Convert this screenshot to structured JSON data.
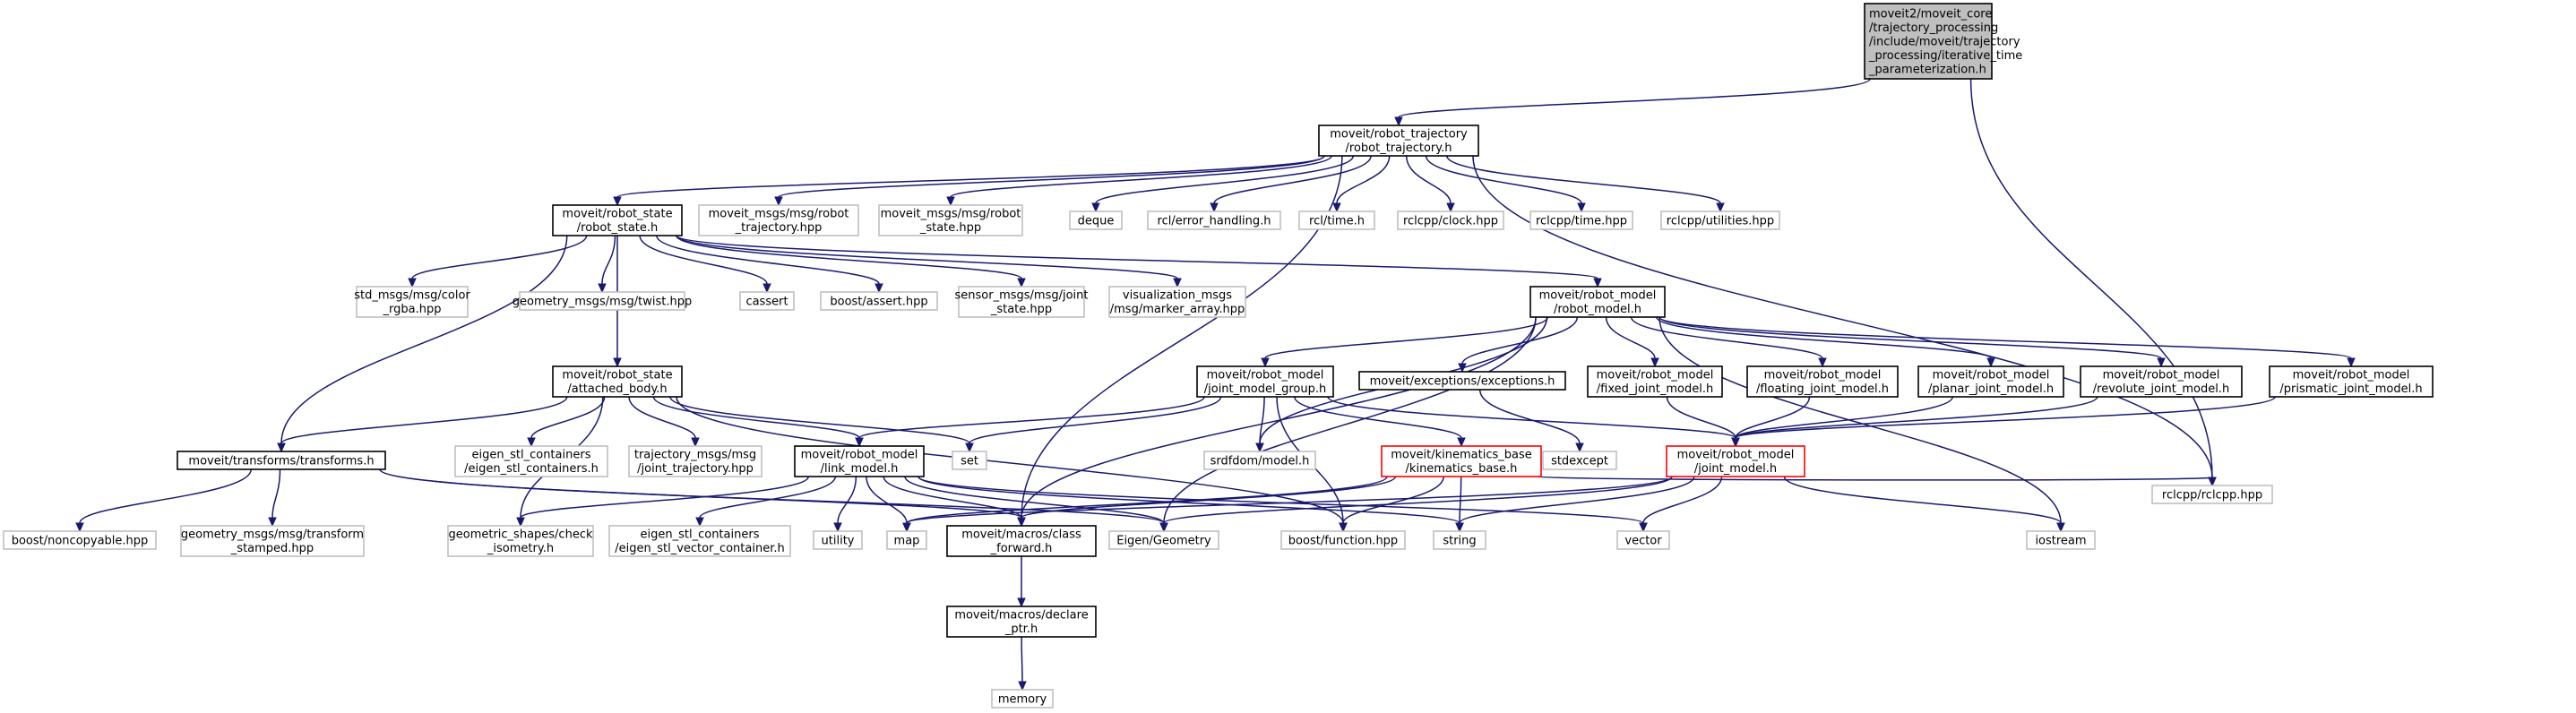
{
  "colors": {
    "edge": "#191970",
    "node_border_strong": "#000000",
    "node_border_light": "#bfbfbf",
    "node_border_red": "#ff0000",
    "root_fill": "#bfbfbf"
  },
  "nodes": [
    {
      "id": "root",
      "style": "root",
      "lines": [
        "moveit2/moveit_core",
        "/trajectory_processing",
        "/include/moveit/trajectory",
        "_processing/iterative_time",
        "_parameterization.h"
      ]
    },
    {
      "id": "robot_trajectory",
      "style": "strong",
      "lines": [
        "moveit/robot_trajectory",
        "/robot_trajectory.h"
      ]
    },
    {
      "id": "robot_state",
      "style": "strong",
      "lines": [
        "moveit/robot_state",
        "/robot_state.h"
      ]
    },
    {
      "id": "msg_robot_trajectory",
      "style": "light",
      "lines": [
        "moveit_msgs/msg/robot",
        "_trajectory.hpp"
      ]
    },
    {
      "id": "msg_robot_state",
      "style": "light",
      "lines": [
        "moveit_msgs/msg/robot",
        "_state.hpp"
      ]
    },
    {
      "id": "deque",
      "style": "light",
      "lines": [
        "deque"
      ]
    },
    {
      "id": "rcl_error",
      "style": "light",
      "lines": [
        "rcl/error_handling.h"
      ]
    },
    {
      "id": "rcl_time",
      "style": "light",
      "lines": [
        "rcl/time.h"
      ]
    },
    {
      "id": "rclcpp_clock",
      "style": "light",
      "lines": [
        "rclcpp/clock.hpp"
      ]
    },
    {
      "id": "rclcpp_time",
      "style": "light",
      "lines": [
        "rclcpp/time.hpp"
      ]
    },
    {
      "id": "rclcpp_utilities",
      "style": "light",
      "lines": [
        "rclcpp/utilities.hpp"
      ]
    },
    {
      "id": "rclcpp",
      "style": "light",
      "lines": [
        "rclcpp/rclcpp.hpp"
      ]
    },
    {
      "id": "color_rgba",
      "style": "light",
      "lines": [
        "std_msgs/msg/color",
        "_rgba.hpp"
      ]
    },
    {
      "id": "twist",
      "style": "light",
      "lines": [
        "geometry_msgs/msg/twist.hpp"
      ]
    },
    {
      "id": "cassert",
      "style": "light",
      "lines": [
        "cassert"
      ]
    },
    {
      "id": "boost_assert",
      "style": "light",
      "lines": [
        "boost/assert.hpp"
      ]
    },
    {
      "id": "joint_state",
      "style": "light",
      "lines": [
        "sensor_msgs/msg/joint",
        "_state.hpp"
      ]
    },
    {
      "id": "marker_array",
      "style": "light",
      "lines": [
        "visualization_msgs",
        "/msg/marker_array.hpp"
      ]
    },
    {
      "id": "robot_model",
      "style": "strong",
      "lines": [
        "moveit/robot_model",
        "/robot_model.h"
      ]
    },
    {
      "id": "attached_body",
      "style": "strong",
      "lines": [
        "moveit/robot_state",
        "/attached_body.h"
      ]
    },
    {
      "id": "transforms",
      "style": "strong",
      "lines": [
        "moveit/transforms/transforms.h"
      ]
    },
    {
      "id": "eigen_stl_containers",
      "style": "light",
      "lines": [
        "eigen_stl_containers",
        "/eigen_stl_containers.h"
      ]
    },
    {
      "id": "joint_trajectory",
      "style": "light",
      "lines": [
        "trajectory_msgs/msg",
        "/joint_trajectory.hpp"
      ]
    },
    {
      "id": "link_model",
      "style": "strong",
      "lines": [
        "moveit/robot_model",
        "/link_model.h"
      ]
    },
    {
      "id": "set",
      "style": "light",
      "lines": [
        "set"
      ]
    },
    {
      "id": "joint_model_group",
      "style": "strong",
      "lines": [
        "moveit/robot_model",
        "/joint_model_group.h"
      ]
    },
    {
      "id": "exceptions",
      "style": "strong",
      "lines": [
        "moveit/exceptions/exceptions.h"
      ]
    },
    {
      "id": "fixed_joint",
      "style": "strong",
      "lines": [
        "moveit/robot_model",
        "/fixed_joint_model.h"
      ]
    },
    {
      "id": "floating_joint",
      "style": "strong",
      "lines": [
        "moveit/robot_model",
        "/floating_joint_model.h"
      ]
    },
    {
      "id": "planar_joint",
      "style": "strong",
      "lines": [
        "moveit/robot_model",
        "/planar_joint_model.h"
      ]
    },
    {
      "id": "revolute_joint",
      "style": "strong",
      "lines": [
        "moveit/robot_model",
        "/revolute_joint_model.h"
      ]
    },
    {
      "id": "prismatic_joint",
      "style": "strong",
      "lines": [
        "moveit/robot_model",
        "/prismatic_joint_model.h"
      ]
    },
    {
      "id": "srdfdom",
      "style": "light",
      "lines": [
        "srdfdom/model.h"
      ]
    },
    {
      "id": "kinematics_base",
      "style": "red",
      "lines": [
        "moveit/kinematics_base",
        "/kinematics_base.h"
      ]
    },
    {
      "id": "stdexcept",
      "style": "light",
      "lines": [
        "stdexcept"
      ]
    },
    {
      "id": "joint_model",
      "style": "red",
      "lines": [
        "moveit/robot_model",
        "/joint_model.h"
      ]
    },
    {
      "id": "boost_noncopyable",
      "style": "light",
      "lines": [
        "boost/noncopyable.hpp"
      ]
    },
    {
      "id": "transform_stamped",
      "style": "light",
      "lines": [
        "geometry_msgs/msg/transform",
        "_stamped.hpp"
      ]
    },
    {
      "id": "geometric_shapes",
      "style": "light",
      "lines": [
        "geometric_shapes/check",
        "_isometry.h"
      ]
    },
    {
      "id": "eigen_vector_container",
      "style": "light",
      "lines": [
        "eigen_stl_containers",
        "/eigen_stl_vector_container.h"
      ]
    },
    {
      "id": "utility",
      "style": "light",
      "lines": [
        "utility"
      ]
    },
    {
      "id": "map",
      "style": "light",
      "lines": [
        "map"
      ]
    },
    {
      "id": "class_forward",
      "style": "strong",
      "lines": [
        "moveit/macros/class",
        "_forward.h"
      ]
    },
    {
      "id": "eigen_geometry",
      "style": "light",
      "lines": [
        "Eigen/Geometry"
      ]
    },
    {
      "id": "boost_function",
      "style": "light",
      "lines": [
        "boost/function.hpp"
      ]
    },
    {
      "id": "string",
      "style": "light",
      "lines": [
        "string"
      ]
    },
    {
      "id": "vector",
      "style": "light",
      "lines": [
        "vector"
      ]
    },
    {
      "id": "iostream",
      "style": "light",
      "lines": [
        "iostream"
      ]
    },
    {
      "id": "declare_ptr",
      "style": "strong",
      "lines": [
        "moveit/macros/declare",
        "_ptr.h"
      ]
    },
    {
      "id": "memory",
      "style": "light",
      "lines": [
        "memory"
      ]
    }
  ],
  "edges": [
    [
      "root",
      "robot_trajectory"
    ],
    [
      "root",
      "rclcpp"
    ],
    [
      "robot_trajectory",
      "robot_state"
    ],
    [
      "robot_trajectory",
      "msg_robot_trajectory"
    ],
    [
      "robot_trajectory",
      "msg_robot_state"
    ],
    [
      "robot_trajectory",
      "deque"
    ],
    [
      "robot_trajectory",
      "rcl_error"
    ],
    [
      "robot_trajectory",
      "rcl_time"
    ],
    [
      "robot_trajectory",
      "rclcpp_clock"
    ],
    [
      "robot_trajectory",
      "rclcpp_time"
    ],
    [
      "robot_trajectory",
      "rclcpp_utilities"
    ],
    [
      "robot_trajectory",
      "rclcpp"
    ],
    [
      "robot_trajectory",
      "class_forward"
    ],
    [
      "robot_state",
      "color_rgba"
    ],
    [
      "robot_state",
      "twist"
    ],
    [
      "robot_state",
      "cassert"
    ],
    [
      "robot_state",
      "boost_assert"
    ],
    [
      "robot_state",
      "joint_state"
    ],
    [
      "robot_state",
      "marker_array"
    ],
    [
      "robot_state",
      "robot_model"
    ],
    [
      "robot_state",
      "attached_body"
    ],
    [
      "robot_state",
      "transforms"
    ],
    [
      "robot_model",
      "joint_model_group"
    ],
    [
      "robot_model",
      "exceptions"
    ],
    [
      "robot_model",
      "fixed_joint"
    ],
    [
      "robot_model",
      "floating_joint"
    ],
    [
      "robot_model",
      "planar_joint"
    ],
    [
      "robot_model",
      "revolute_joint"
    ],
    [
      "robot_model",
      "prismatic_joint"
    ],
    [
      "robot_model",
      "srdfdom"
    ],
    [
      "robot_model",
      "eigen_geometry"
    ],
    [
      "robot_model",
      "iostream"
    ],
    [
      "robot_model",
      "class_forward"
    ],
    [
      "attached_body",
      "transforms"
    ],
    [
      "attached_body",
      "eigen_stl_containers"
    ],
    [
      "attached_body",
      "joint_trajectory"
    ],
    [
      "attached_body",
      "link_model"
    ],
    [
      "attached_body",
      "set"
    ],
    [
      "attached_body",
      "geometric_shapes"
    ],
    [
      "attached_body",
      "boost_function"
    ],
    [
      "transforms",
      "boost_noncopyable"
    ],
    [
      "transforms",
      "transform_stamped"
    ],
    [
      "transforms",
      "class_forward"
    ],
    [
      "transforms",
      "eigen_geometry"
    ],
    [
      "link_model",
      "geometric_shapes"
    ],
    [
      "link_model",
      "eigen_vector_container"
    ],
    [
      "link_model",
      "utility"
    ],
    [
      "link_model",
      "map"
    ],
    [
      "link_model",
      "class_forward"
    ],
    [
      "link_model",
      "eigen_geometry"
    ],
    [
      "link_model",
      "string"
    ],
    [
      "link_model",
      "vector"
    ],
    [
      "joint_model_group",
      "link_model"
    ],
    [
      "joint_model_group",
      "set"
    ],
    [
      "joint_model_group",
      "srdfdom"
    ],
    [
      "joint_model_group",
      "kinematics_base"
    ],
    [
      "joint_model_group",
      "boost_function"
    ],
    [
      "joint_model_group",
      "joint_model"
    ],
    [
      "exceptions",
      "stdexcept"
    ],
    [
      "fixed_joint",
      "joint_model"
    ],
    [
      "floating_joint",
      "joint_model"
    ],
    [
      "planar_joint",
      "joint_model"
    ],
    [
      "revolute_joint",
      "joint_model"
    ],
    [
      "prismatic_joint",
      "joint_model"
    ],
    [
      "kinematics_base",
      "map"
    ],
    [
      "kinematics_base",
      "class_forward"
    ],
    [
      "kinematics_base",
      "boost_function"
    ],
    [
      "kinematics_base",
      "string"
    ],
    [
      "kinematics_base",
      "rclcpp"
    ],
    [
      "joint_model",
      "map"
    ],
    [
      "joint_model",
      "eigen_geometry"
    ],
    [
      "joint_model",
      "string"
    ],
    [
      "joint_model",
      "vector"
    ],
    [
      "joint_model",
      "iostream"
    ],
    [
      "class_forward",
      "declare_ptr"
    ],
    [
      "declare_ptr",
      "memory"
    ]
  ]
}
